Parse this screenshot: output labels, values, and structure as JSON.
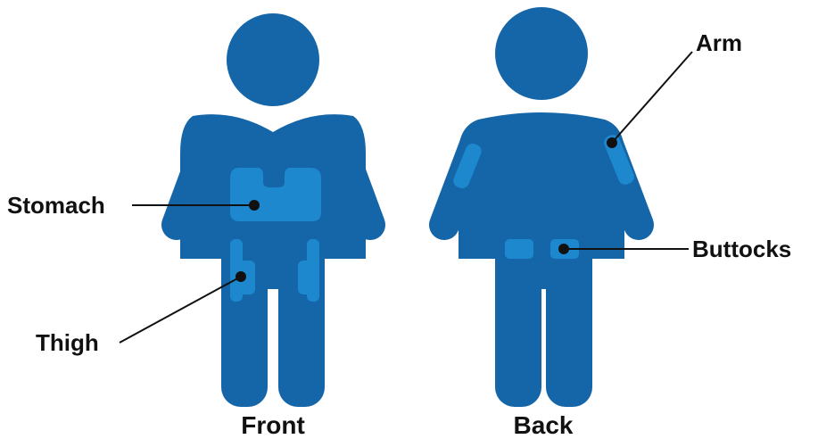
{
  "colors": {
    "body": "#1565a9",
    "site": "#1e88cf",
    "line": "#111111",
    "background": "#ffffff"
  },
  "figures": {
    "front": {
      "caption": "Front",
      "labels": {
        "stomach": "Stomach",
        "thigh": "Thigh"
      }
    },
    "back": {
      "caption": "Back",
      "labels": {
        "arm": "Arm",
        "buttocks": "Buttocks"
      }
    }
  }
}
